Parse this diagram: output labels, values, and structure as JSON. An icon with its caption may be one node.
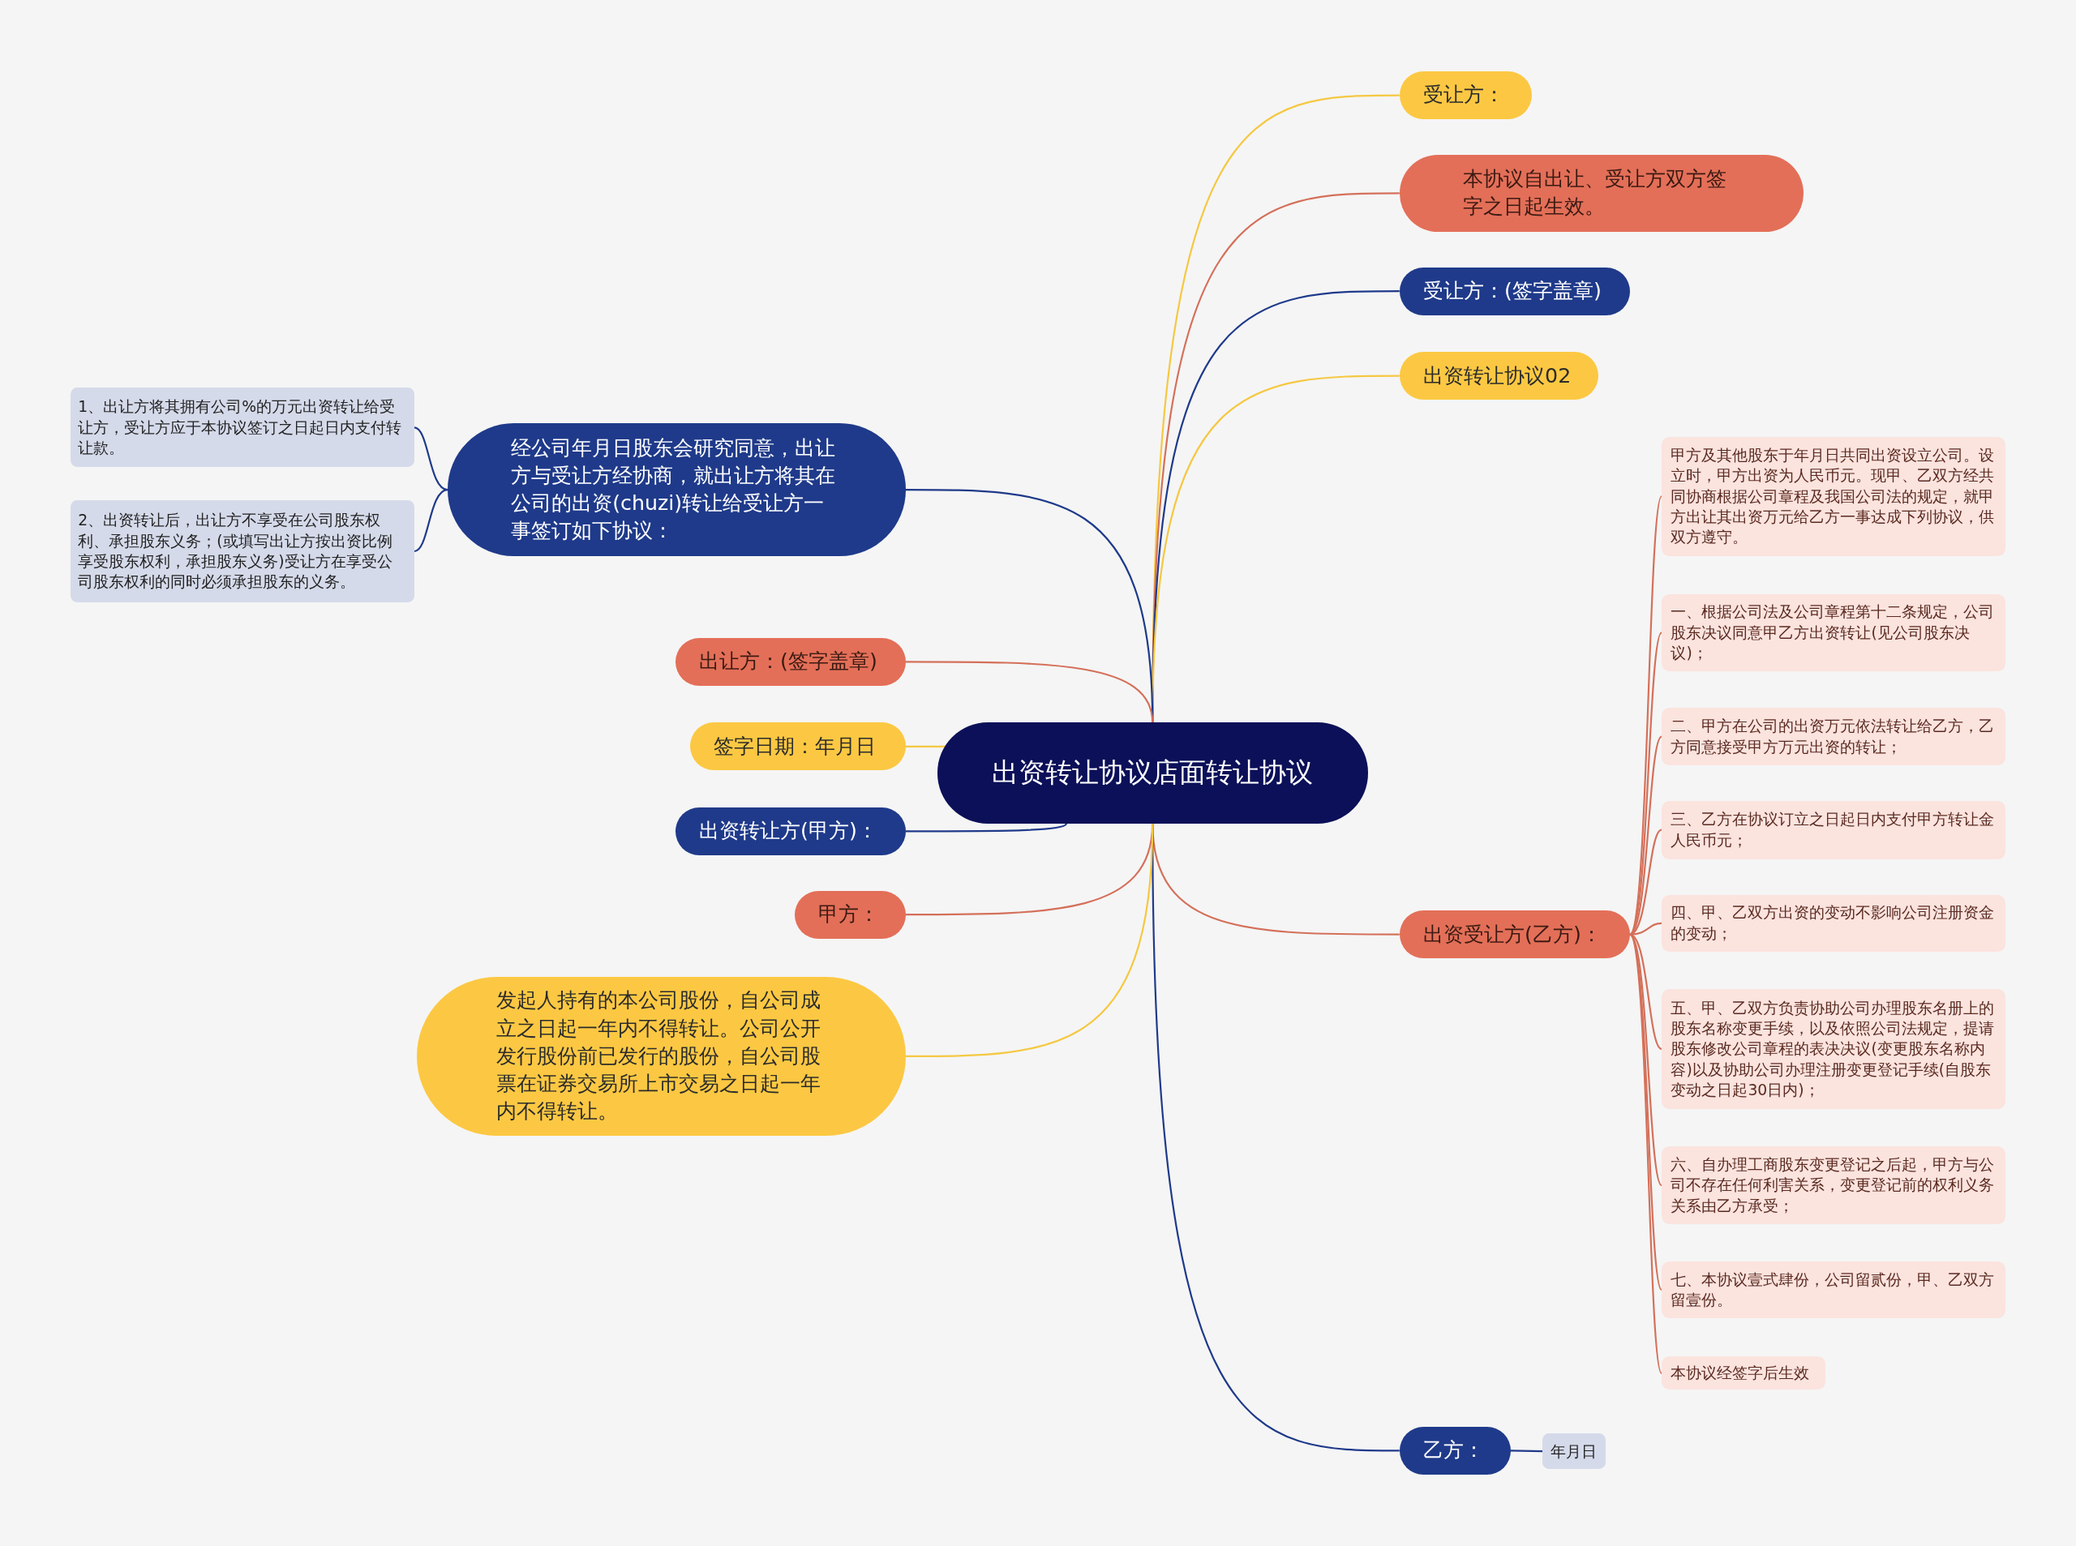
{
  "diagram": {
    "nodes": [
      {
        "text": [
          "出资转让协议店面转让协议"
        ]
      },
      {
        "text": [
          "受让方："
        ]
      },
      {
        "text": [
          "本协议自出让、受让方双方签字之日起生效。"
        ]
      },
      {
        "text": [
          "受让方：(签字盖章)"
        ]
      },
      {
        "text": [
          "出资转让协议02"
        ]
      },
      {
        "text": [
          "出资受让方(乙方)："
        ]
      },
      {
        "text": [
          "甲方及其他股东于年月日共同出资设立公司。设立时，甲方出资为人民币元。现甲、乙双方经共同协商根据公司章程及我国公司法的规定，就甲方出让其出资万元给乙方一事达成下列协议，供双方遵守。"
        ]
      },
      {
        "text": [
          "一、根据公司法及公司章程第十二条规定，公司股东决议同意甲乙方出资转让(见公司股东决议)；"
        ]
      },
      {
        "text": [
          "二、甲方在公司的出资万元依法转让给乙方，乙方同意接受甲方万元出资的转让；"
        ]
      },
      {
        "text": [
          "三、乙方在协议订立之日起日内支付甲方转让金人民币元；"
        ]
      },
      {
        "text": [
          "四、甲、乙双方出资的变动不影响公司注册资金的变动；"
        ]
      },
      {
        "text": [
          "五、甲、乙双方负责协助公司办理股东名册上的股东名称变更手续，以及依照公司法规定，提请股东修改公司章程的表决决议(变更股东名称内容)以及协助公司办理注册变更登记手续(自股东变动之日起30日内)；"
        ]
      },
      {
        "text": [
          "六、自办理工商股东变更登记之后起，甲方与公司不存在任何利害关系，变更登记前的权利义务关系由乙方承受；"
        ]
      },
      {
        "text": [
          "七、本协议壹式肆份，公司留贰份，甲、乙双方留壹份。"
        ]
      },
      {
        "text": [
          "本协议经签字后生效"
        ]
      },
      {
        "text": [
          "乙方："
        ]
      },
      {
        "text": [
          "年月日"
        ]
      },
      {
        "text": [
          "经公司年月日股东会研究同意，出让方与受让方经协商，就出让方将其在公司的出资(chuzi)转让给受让方一事签订如下协议："
        ]
      },
      {
        "text": [
          "1、出让方将其拥有公司%的万元出资转让给受让方，受让方应于本协议签订之日起日内支付转让款。"
        ]
      },
      {
        "text": [
          "2、出资转让后，出让方不享受在公司股东权利、承担股东义务；(或填写出让方按出资比例享受股东权利，承担股东义务)受让方在享受公司股东权利的同时必须承担股东的义务。"
        ]
      },
      {
        "text": [
          "出让方：(签字盖章)"
        ]
      },
      {
        "text": [
          "签字日期：年月日"
        ]
      },
      {
        "text": [
          "出资转让方(甲方)："
        ]
      },
      {
        "text": [
          "甲方："
        ]
      },
      {
        "text": [
          "发起人持有的本公司股份，自公司成立之日起一年内不得转让。公司公开发行股份前已发行的股份，自公司股票在证券交易所上市交易之日起一年内不得转让。"
        ]
      }
    ],
    "edges": [
      {
        "from": 0,
        "to": 1,
        "arrow": "none",
        "color": "#f5c842"
      },
      {
        "from": 0,
        "to": 2,
        "arrow": "none"
      },
      {
        "from": 0,
        "to": 3,
        "arrow": "none",
        "color": "#1f3a8a"
      },
      {
        "from": 0,
        "to": 4,
        "arrow": "none",
        "color": "#f5c842"
      },
      {
        "from": 0,
        "to": 5,
        "arrow": "none"
      },
      {
        "from": 5,
        "to": 6,
        "arrow": "none"
      },
      {
        "from": 5,
        "to": 7,
        "arrow": "none"
      },
      {
        "from": 5,
        "to": 8,
        "arrow": "none"
      },
      {
        "from": 5,
        "to": 9,
        "arrow": "none"
      },
      {
        "from": 5,
        "to": 10,
        "arrow": "none"
      },
      {
        "from": 5,
        "to": 11,
        "arrow": "none"
      },
      {
        "from": 5,
        "to": 12,
        "arrow": "none"
      },
      {
        "from": 5,
        "to": 13,
        "arrow": "none"
      },
      {
        "from": 5,
        "to": 14,
        "arrow": "none"
      },
      {
        "from": 0,
        "to": 15,
        "arrow": "none",
        "color": "#1f3a8a"
      },
      {
        "from": 15,
        "to": 16,
        "arrow": "none",
        "color": "#1f3a8a"
      },
      {
        "from": 0,
        "to": 17,
        "arrow": "none",
        "color": "#1f3a8a"
      },
      {
        "from": 17,
        "to": 18,
        "arrow": "none",
        "color": "#1f3a8a"
      },
      {
        "from": 17,
        "to": 19,
        "arrow": "none",
        "color": "#1f3a8a"
      },
      {
        "from": 0,
        "to": 20,
        "arrow": "none"
      },
      {
        "from": 0,
        "to": 21,
        "arrow": "none",
        "color": "#f5c842"
      },
      {
        "from": 0,
        "to": 22,
        "arrow": "none",
        "color": "#1f3a8a"
      },
      {
        "from": 0,
        "to": 23,
        "arrow": "none"
      },
      {
        "from": 0,
        "to": 24,
        "arrow": "none",
        "color": "#f5c842"
      }
    ]
  }
}
